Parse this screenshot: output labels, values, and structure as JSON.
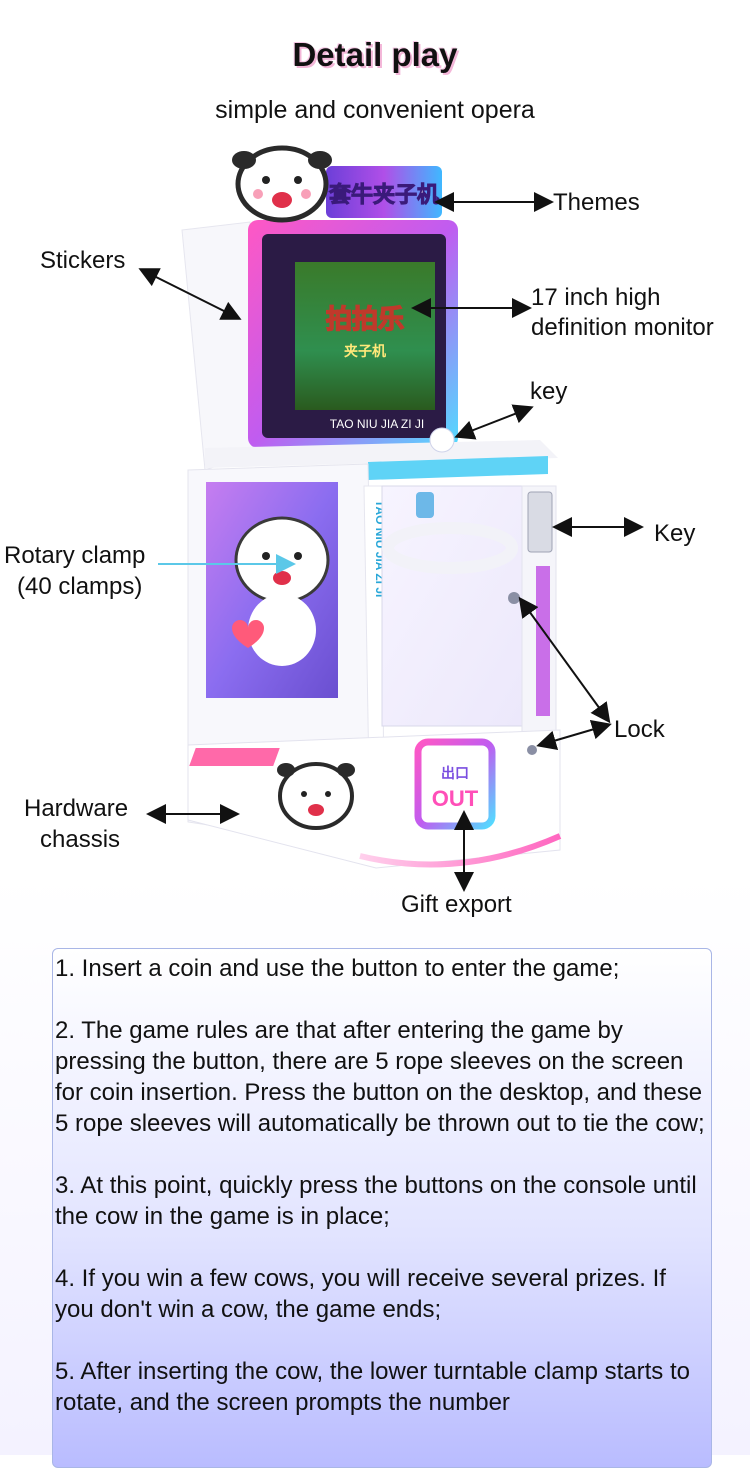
{
  "title": "Detail play",
  "subtitle": "simple and convenient opera",
  "callouts": {
    "themes": "Themes",
    "stickers": "Stickers",
    "monitor_line1": "17 inch high",
    "monitor_line2": "definition monitor",
    "key_top": "key",
    "key_side": "Key",
    "rotary_line1": "Rotary clamp",
    "rotary_line2": "(40 clamps)",
    "lock": "Lock",
    "chassis_line1": "Hardware",
    "chassis_line2": "chassis",
    "gift": "Gift export"
  },
  "machine": {
    "marquee_text": "套牛夹子机",
    "screen_title": "拍拍乐",
    "screen_subtitle": "夹子机",
    "brand": "TAO NIU JIA ZI JI",
    "side_text": "TAO NIU JIA ZI JI",
    "exit_line1": "出口",
    "exit_line2": "OUT"
  },
  "instructions": [
    "1. Insert a coin and use the button to enter the game;",
    "2. The game rules are that after entering the game by pressing the button, there are 5 rope sleeves on the screen for coin insertion. Press the button on the desktop, and these 5 rope sleeves will automatically be thrown out to tie the cow;",
    "3. At this point, quickly press the buttons on the console until the cow in the game is in place;",
    "4. If you win a few cows, you will receive several prizes. If you don't win a cow, the game ends;",
    "5. After inserting the cow, the lower turntable clamp starts to rotate, and the screen prompts the number"
  ],
  "colors": {
    "neon_pink": "#ff4fb8",
    "neon_cyan": "#4fd8ff",
    "purple": "#7a4ee0"
  }
}
